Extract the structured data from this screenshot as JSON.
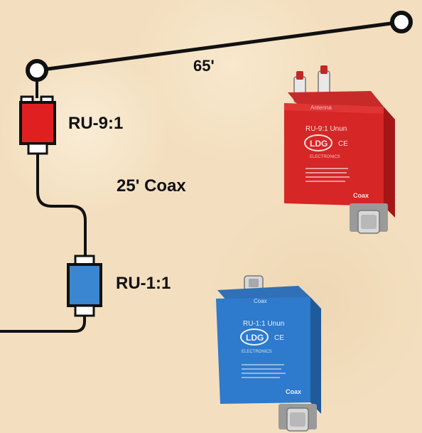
{
  "labels": {
    "wire_length": "65'",
    "unun_9": "RU-9:1",
    "coax": "25' Coax",
    "unun_1": "RU-1:1"
  },
  "red_device": {
    "antenna": "Antenna",
    "model": "RU-9:1 Unun",
    "brand": "LDG",
    "ce": "CE",
    "sub": "ELECTRONICS",
    "port": "Coax"
  },
  "blue_device": {
    "top_port": "Coax",
    "model": "RU-1:1 Unun",
    "brand": "LDG",
    "ce": "CE",
    "sub": "ELECTRONICS",
    "port": "Coax"
  },
  "colors": {
    "red_unun": "#e02020",
    "blue_unun": "#3a86d0",
    "background": "#f3dfbf"
  }
}
